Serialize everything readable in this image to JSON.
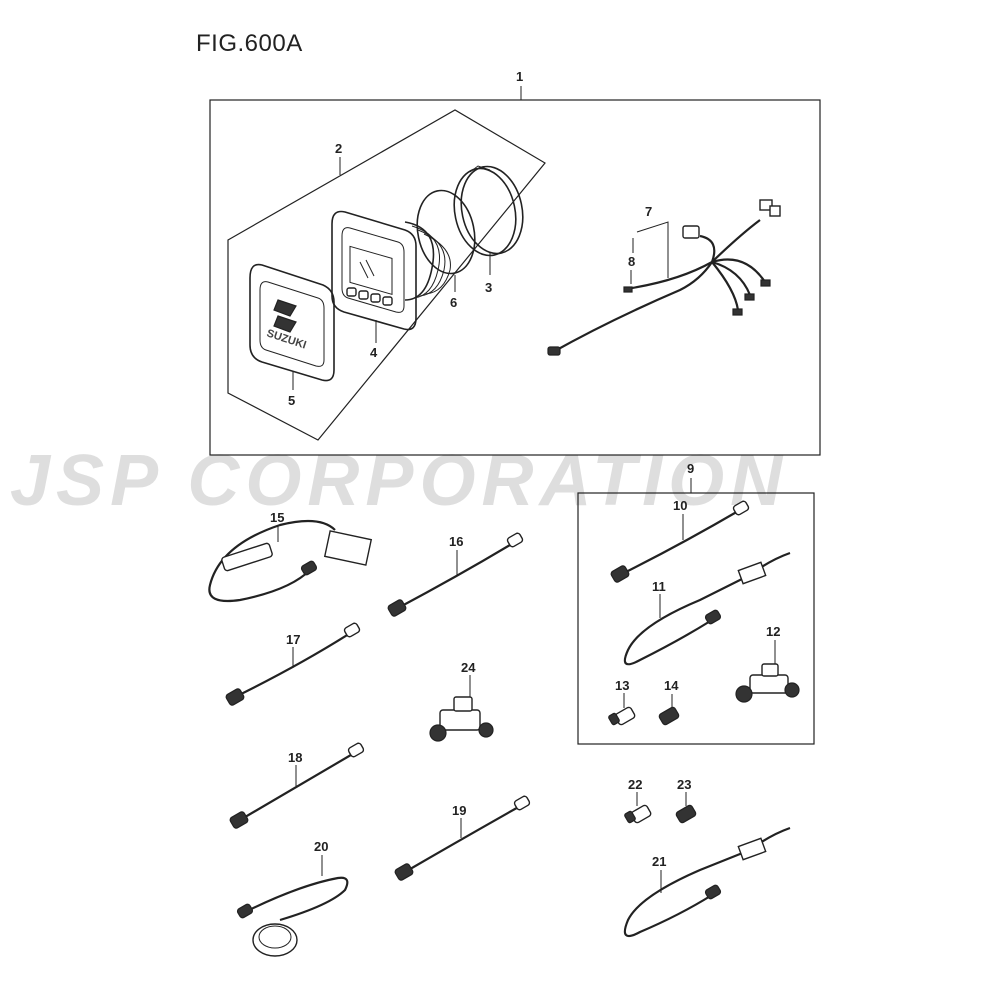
{
  "figure": {
    "title": "FIG.600A"
  },
  "watermark": {
    "text": "JSP CORPORATION"
  },
  "callouts": {
    "p1": "1",
    "p2": "2",
    "p3": "3",
    "p4": "4",
    "p5": "5",
    "p6": "6",
    "p7": "7",
    "p8": "8",
    "p9": "9",
    "p10": "10",
    "p11": "11",
    "p12": "12",
    "p13": "13",
    "p14": "14",
    "p15": "15",
    "p16": "16",
    "p17": "17",
    "p18": "18",
    "p19": "19",
    "p20": "20",
    "p21": "21",
    "p22": "22",
    "p23": "23",
    "p24": "24"
  },
  "gauge": {
    "brand_text": "SUZUKI"
  }
}
